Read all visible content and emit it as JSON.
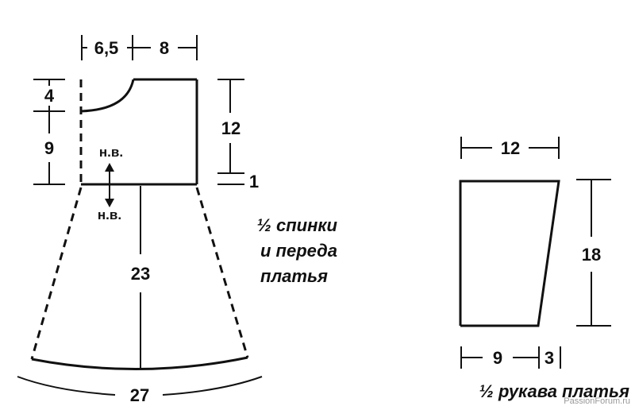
{
  "dress_pattern": {
    "dimensions": {
      "shoulder_left": "6,5",
      "shoulder_right": "8",
      "neck_depth": "4",
      "bodice_left": "9",
      "bodice_right": "12",
      "waist_step": "1",
      "skirt_length": "23",
      "hem_width": "27"
    },
    "grain_top": "н.в.",
    "grain_bottom": "н.в.",
    "caption_line1": "½ спинки",
    "caption_line2": "и переда",
    "caption_line3": "платья"
  },
  "sleeve_pattern": {
    "dimensions": {
      "top_width": "12",
      "height": "18",
      "bottom_left": "9",
      "bottom_right": "3"
    },
    "caption": "½ рукава платья"
  },
  "watermark": "PassionForum.ru",
  "colors": {
    "ink": "#111111",
    "background": "#ffffff"
  }
}
